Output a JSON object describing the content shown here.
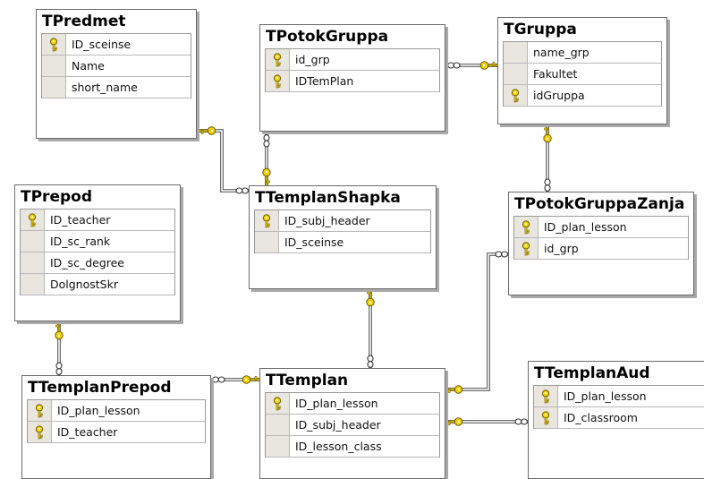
{
  "tables": [
    {
      "id": "tpredmet",
      "title": "TPredmet",
      "columns": [
        {
          "name": "ID_sceinse",
          "pk": true
        },
        {
          "name": "Name",
          "pk": false
        },
        {
          "name": "short_name",
          "pk": false
        }
      ]
    },
    {
      "id": "tpotokgruppa",
      "title": "TPotokGruppa",
      "columns": [
        {
          "name": "id_grp",
          "pk": true
        },
        {
          "name": "IDTemPlan",
          "pk": true
        }
      ]
    },
    {
      "id": "tgruppa",
      "title": "TGruppa",
      "columns": [
        {
          "name": "name_grp",
          "pk": false
        },
        {
          "name": "Fakultet",
          "pk": false
        },
        {
          "name": "idGruppa",
          "pk": true
        }
      ]
    },
    {
      "id": "tprepod",
      "title": "TPrepod",
      "columns": [
        {
          "name": "ID_teacher",
          "pk": true
        },
        {
          "name": "ID_sc_rank",
          "pk": false
        },
        {
          "name": "ID_sc_degree",
          "pk": false
        },
        {
          "name": "DolgnostSkr",
          "pk": false
        }
      ]
    },
    {
      "id": "ttemplanshapka",
      "title": "TTemplanShapka",
      "columns": [
        {
          "name": "ID_subj_header",
          "pk": true
        },
        {
          "name": "ID_sceinse",
          "pk": false
        }
      ]
    },
    {
      "id": "tpotokgruppazanja",
      "title": "TPotokGruppaZanja",
      "columns": [
        {
          "name": "ID_plan_lesson",
          "pk": true
        },
        {
          "name": "id_grp",
          "pk": true
        }
      ]
    },
    {
      "id": "ttemplanprepod",
      "title": "TTemplanPrepod",
      "columns": [
        {
          "name": "ID_plan_lesson",
          "pk": true
        },
        {
          "name": "ID_teacher",
          "pk": true
        }
      ]
    },
    {
      "id": "ttemplan",
      "title": "TTemplan",
      "columns": [
        {
          "name": "ID_plan_lesson",
          "pk": true
        },
        {
          "name": "ID_subj_header",
          "pk": false
        },
        {
          "name": "ID_lesson_class",
          "pk": false
        }
      ]
    },
    {
      "id": "ttemplanaud",
      "title": "TTemplanAud",
      "columns": [
        {
          "name": "ID_plan_lesson",
          "pk": true
        },
        {
          "name": "ID_classroom",
          "pk": true
        }
      ]
    }
  ],
  "relationships": [
    {
      "one": "tpredmet",
      "many": "ttemplanshapka"
    },
    {
      "one": "tgruppa",
      "many": "tpotokgruppa"
    },
    {
      "one": "ttemplanshapka",
      "many": "tpotokgruppa"
    },
    {
      "one": "tgruppa",
      "many": "tpotokgruppazanja"
    },
    {
      "one": "ttemplan",
      "many": "tpotokgruppazanja"
    },
    {
      "one": "ttemplanshapka",
      "many": "ttemplan"
    },
    {
      "one": "tprepod",
      "many": "ttemplanprepod"
    },
    {
      "one": "ttemplan",
      "many": "ttemplanprepod"
    },
    {
      "one": "ttemplan",
      "many": "ttemplanaud"
    }
  ],
  "colors": {
    "key": "#f2d200",
    "key_outline": "#6e5a00",
    "line": "#6e6e6e",
    "shadow": "#a9a9a9",
    "selector": "#e8e6df"
  }
}
